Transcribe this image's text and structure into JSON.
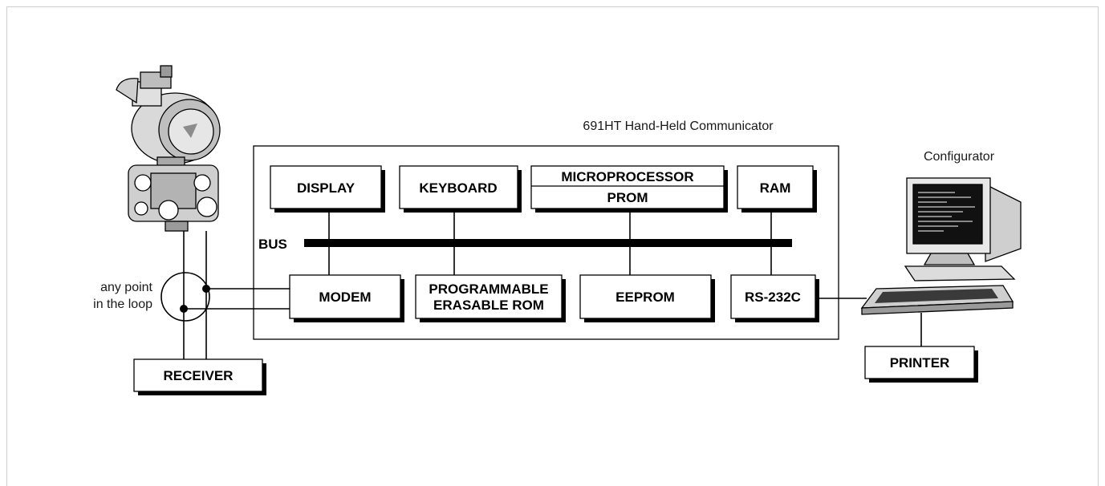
{
  "communicator_title": "691HT Hand-Held Communicator",
  "configurator_label": "Configurator",
  "loop_label_line1": "any point",
  "loop_label_line2": "in the loop",
  "bus_label": "BUS",
  "blocks": {
    "display": "DISPLAY",
    "keyboard": "KEYBOARD",
    "microprocessor": "MICROPROCESSOR",
    "prom": "PROM",
    "ram": "RAM",
    "modem": "MODEM",
    "per_line1": "PROGRAMMABLE",
    "per_line2": "ERASABLE ROM",
    "eeprom": "EEPROM",
    "rs232c": "RS-232C",
    "receiver": "RECEIVER",
    "printer": "PRINTER"
  },
  "icons": {
    "transmitter": "pressure-transmitter-icon",
    "computer": "computer-terminal-icon"
  },
  "colors": {
    "line": "#000000",
    "background": "#ffffff",
    "border": "#d0d0d0"
  }
}
